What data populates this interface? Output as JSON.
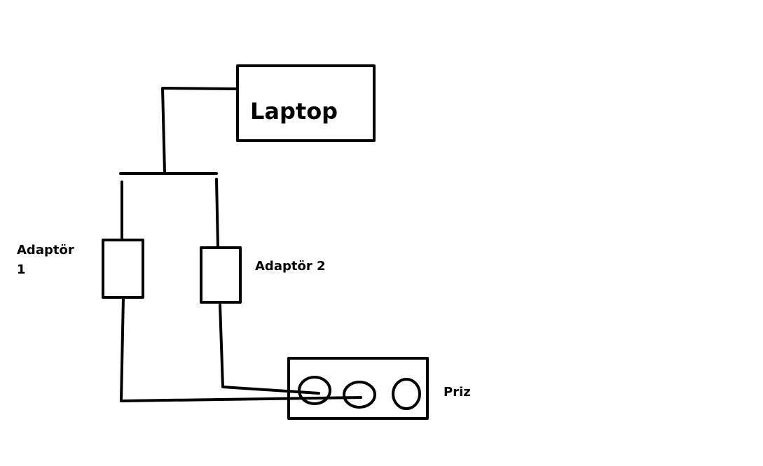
{
  "diagram": {
    "laptop_label": "Laptop",
    "adapter1_label_line1": "Adaptör",
    "adapter1_label_line2": "1",
    "adapter2_label": "Adaptör 2",
    "outlet_label": "Priz",
    "stroke_color": "#000000",
    "background_color": "#ffffff"
  }
}
